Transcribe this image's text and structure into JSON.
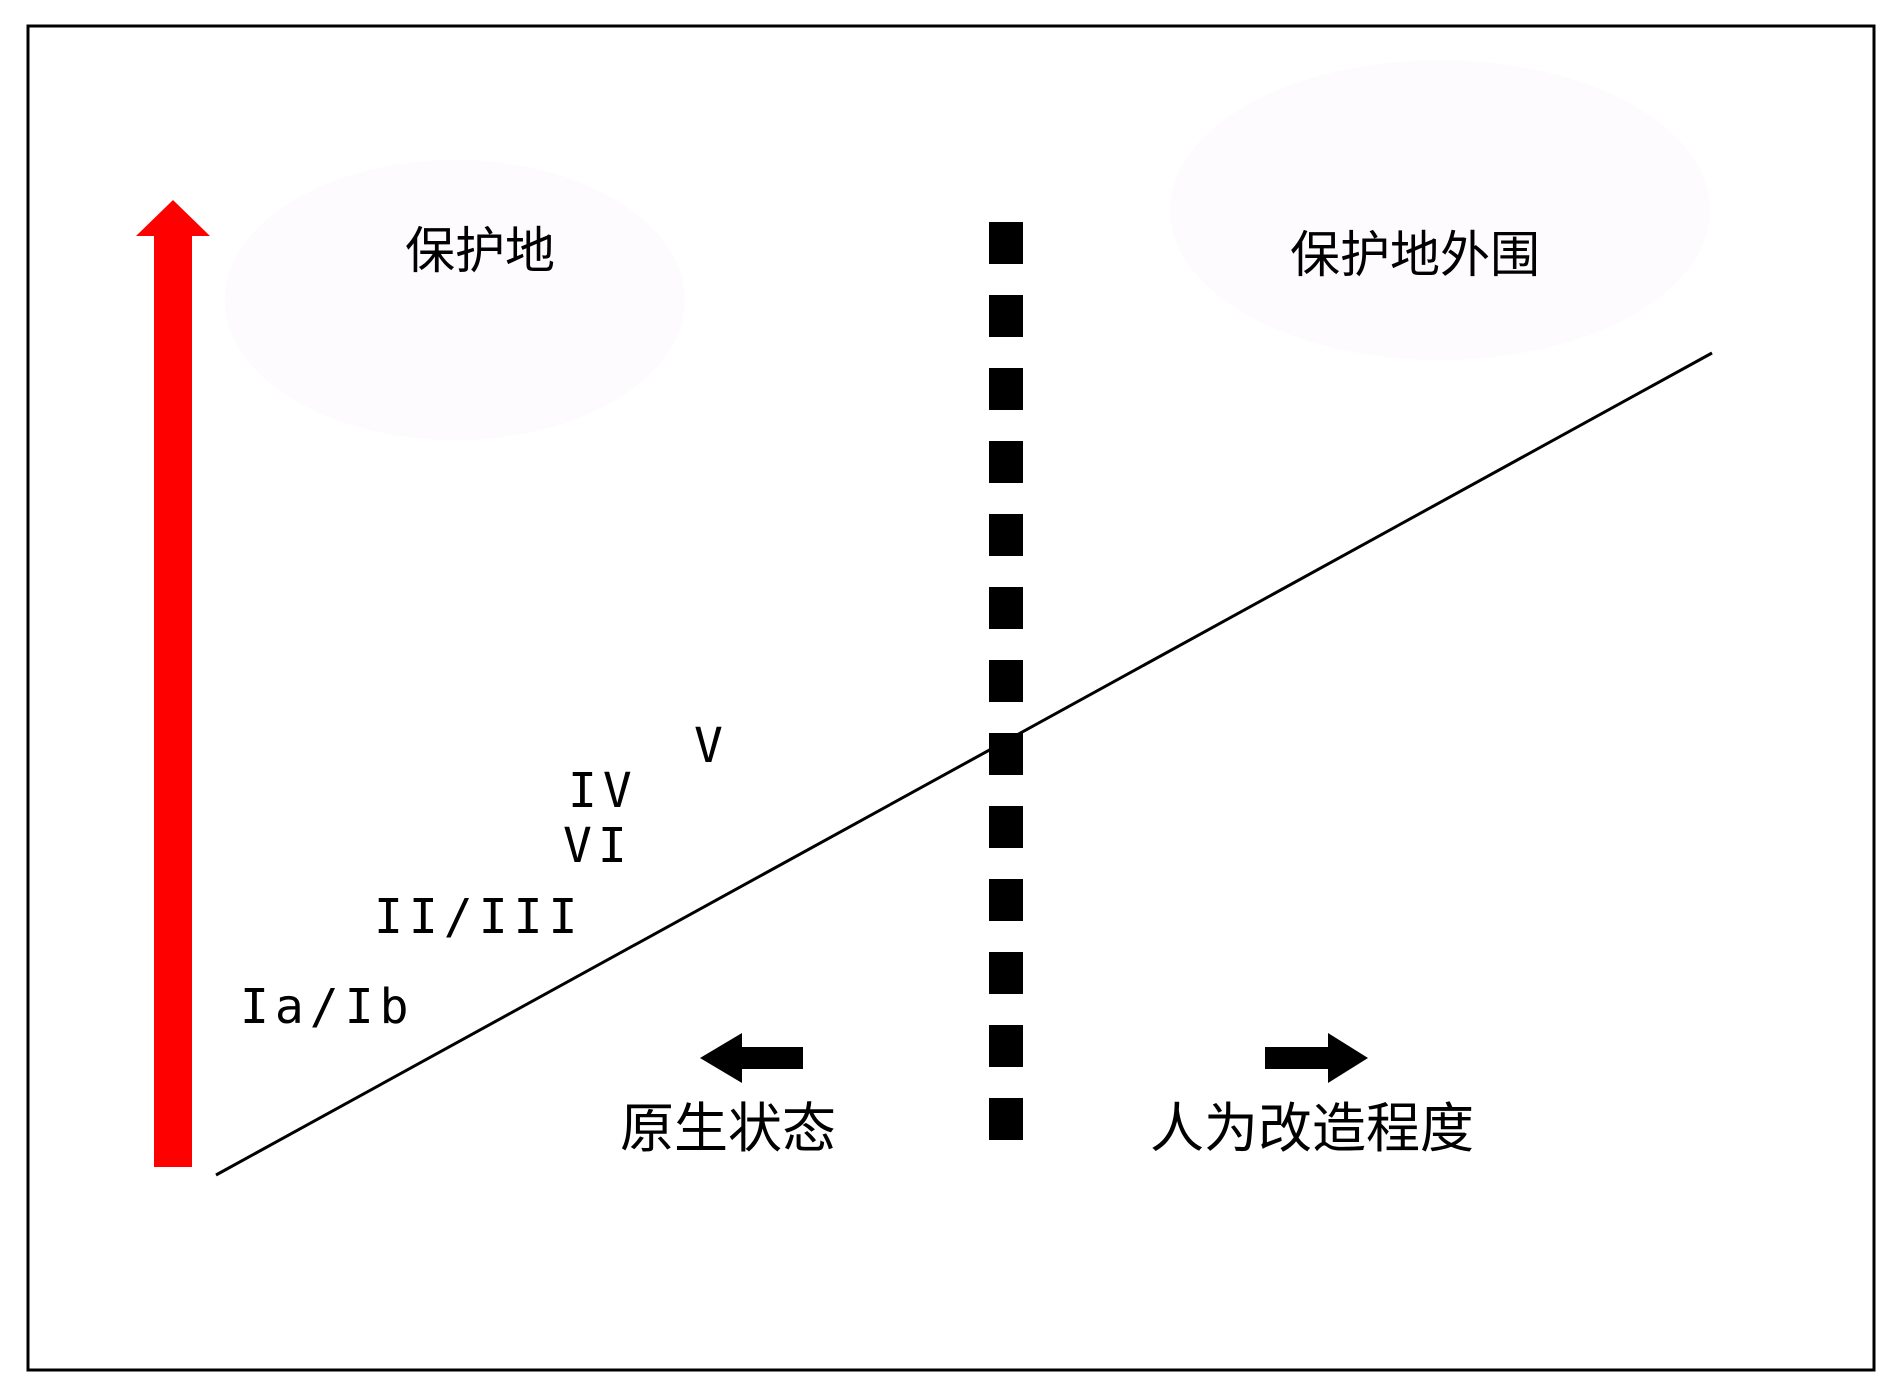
{
  "regions": {
    "protected_area": "保护地",
    "outside_protected_area": "保护地外围"
  },
  "axis": {
    "left_direction": "原生状态",
    "right_direction": "人为改造程度"
  },
  "categories": [
    {
      "id": "ia_ib",
      "label": "Ia/Ib"
    },
    {
      "id": "ii_iii",
      "label": "II/III"
    },
    {
      "id": "vi",
      "label": "VI"
    },
    {
      "id": "iv",
      "label": "IV"
    },
    {
      "id": "v",
      "label": "V"
    }
  ],
  "colors": {
    "vertical_arrow": "#ff0000",
    "boundary": "#000000",
    "trend_line": "#000000",
    "background": "#ffffff"
  },
  "icons": {
    "vertical_arrow": "arrow-up-icon",
    "left_arrow": "arrow-left-icon",
    "right_arrow": "arrow-right-icon"
  }
}
